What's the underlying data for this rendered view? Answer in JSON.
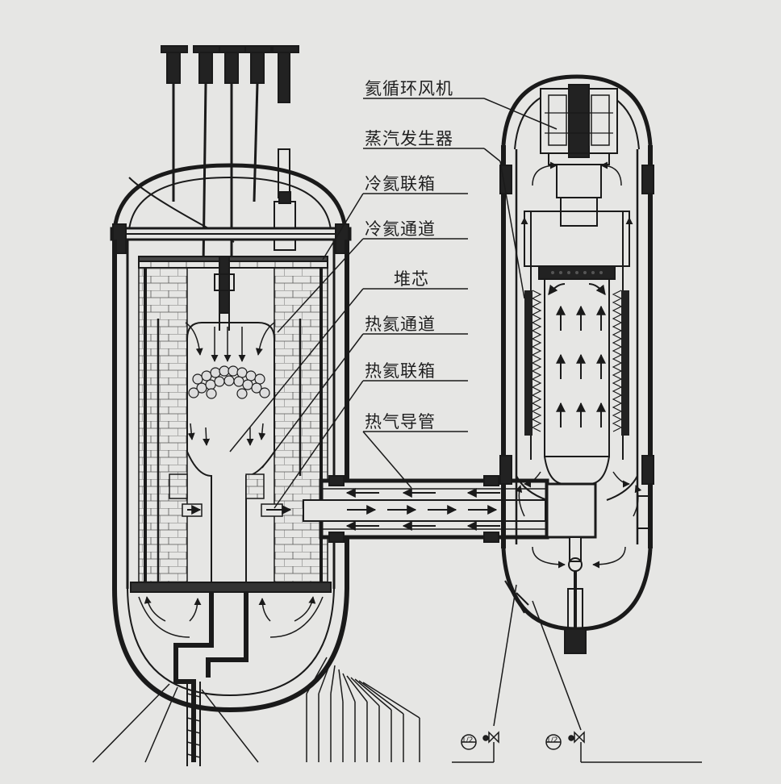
{
  "labels": [
    {
      "id": "helium-circulator",
      "text": "氦循环风机"
    },
    {
      "id": "steam-generator",
      "text": "蒸汽发生器"
    },
    {
      "id": "cold-helium-plenum",
      "text": "冷氦联箱"
    },
    {
      "id": "cold-helium-channel",
      "text": "冷氦通道"
    },
    {
      "id": "reactor-core",
      "text": "堆芯"
    },
    {
      "id": "hot-helium-channel",
      "text": "热氦通道"
    },
    {
      "id": "hot-helium-plenum",
      "text": "热氦联箱"
    },
    {
      "id": "hot-gas-duct",
      "text": "热气导管"
    }
  ],
  "instrument_fraction": "1/2",
  "colors": {
    "background": "#e6e6e4",
    "line": "#1a1a1a",
    "fill_dark": "#222222",
    "ghost_text": "#c9c9c7"
  }
}
